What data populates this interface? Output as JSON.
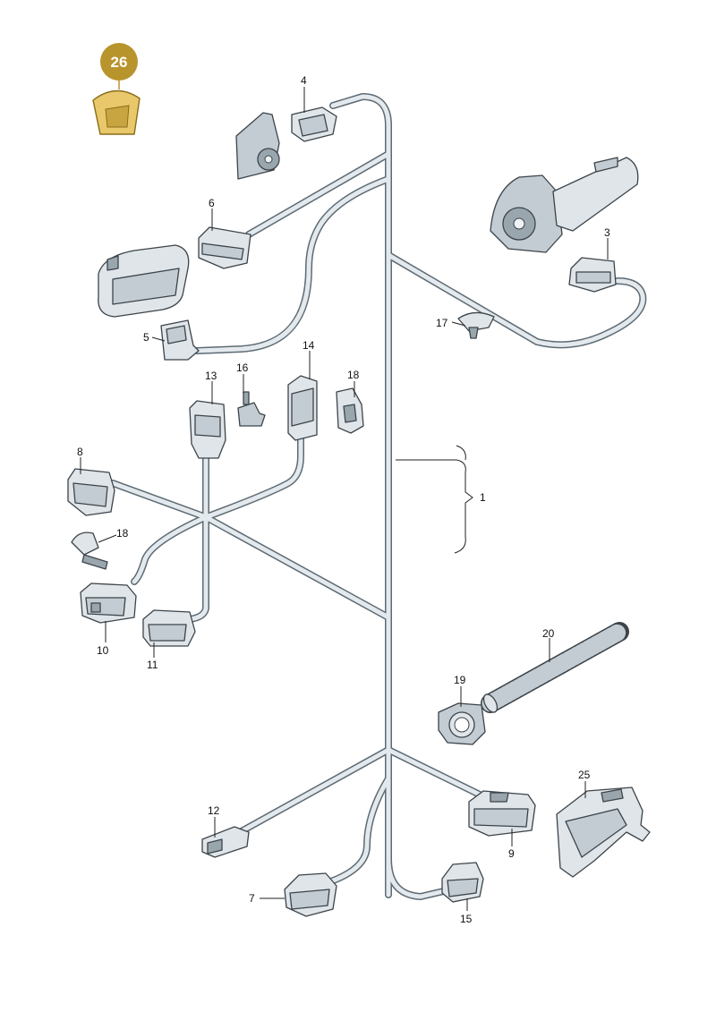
{
  "badge": {
    "label": "26",
    "color": "#b8942c"
  },
  "labels": {
    "n1": "1",
    "n3": "3",
    "n4": "4",
    "n5": "5",
    "n6": "6",
    "n7": "7",
    "n8": "8",
    "n9": "9",
    "n10": "10",
    "n11": "11",
    "n12": "12",
    "n13": "13",
    "n14": "14",
    "n15": "15",
    "n16": "16",
    "n17": "17",
    "n18a": "18",
    "n18b": "18",
    "n19": "19",
    "n20": "20",
    "n25": "25"
  },
  "colors": {
    "wire": "#5d6b74",
    "wire_fill": "#e3e9ed",
    "part_fill": "#dfe5e9",
    "accent": "#b8942c"
  }
}
